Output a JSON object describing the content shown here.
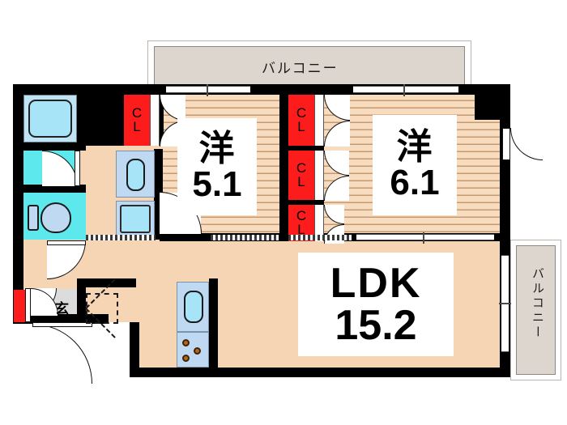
{
  "plan": {
    "type": "japanese-apartment-floor-plan",
    "layout_code": "2LDK",
    "rooms": [
      {
        "id": "washitsu-left",
        "name": "洋",
        "size": "5.1",
        "unit": "jo",
        "kind": "western-style-room"
      },
      {
        "id": "washitsu-right",
        "name": "洋",
        "size": "6.1",
        "unit": "jo",
        "kind": "western-style-room"
      },
      {
        "id": "ldk",
        "name": "LDK",
        "size": "15.2",
        "unit": "jo",
        "kind": "living-dining-kitchen"
      }
    ],
    "balconies": [
      {
        "id": "balcony-top",
        "label": "バルコニー",
        "orientation": "horizontal"
      },
      {
        "id": "balcony-right",
        "label": "バルコニー",
        "orientation": "vertical"
      }
    ],
    "closets": [
      {
        "id": "cl-1",
        "label_top": "C",
        "label_bottom": "L",
        "serves": "washitsu-left"
      },
      {
        "id": "cl-2",
        "label_top": "C",
        "label_bottom": "L",
        "serves": "washitsu-right"
      },
      {
        "id": "cl-3",
        "label_top": "C",
        "label_bottom": "L",
        "serves": "washitsu-right"
      },
      {
        "id": "cl-4",
        "label_top": "C",
        "label_bottom": "L",
        "serves": "washitsu-right"
      }
    ],
    "entrance": {
      "id": "genkan",
      "label": "玄",
      "full_name": "genkan-entrance"
    },
    "fixtures": [
      {
        "id": "bathtub",
        "name": "bathtub"
      },
      {
        "id": "toilet",
        "name": "toilet"
      },
      {
        "id": "washbasin",
        "name": "washbasin"
      },
      {
        "id": "washer-space",
        "name": "washing-machine-space"
      },
      {
        "id": "kitchen-sink",
        "name": "kitchen-sink"
      },
      {
        "id": "kitchen-stove",
        "name": "three-burner-stove"
      },
      {
        "id": "shoe-closet",
        "name": "shoe-closet"
      },
      {
        "id": "storage-hatch",
        "name": "under-floor-storage"
      }
    ],
    "colors": {
      "wall": "#000000",
      "floor": "#f5d5b4",
      "closet_accent": "#fd1c1c",
      "water_fixture": "#a8e4f7",
      "bath_floor": "#5de8ee",
      "balcony": "#ddd6ce",
      "genkan_floor": "#dcdcdc",
      "burner": "#b5651d"
    }
  }
}
